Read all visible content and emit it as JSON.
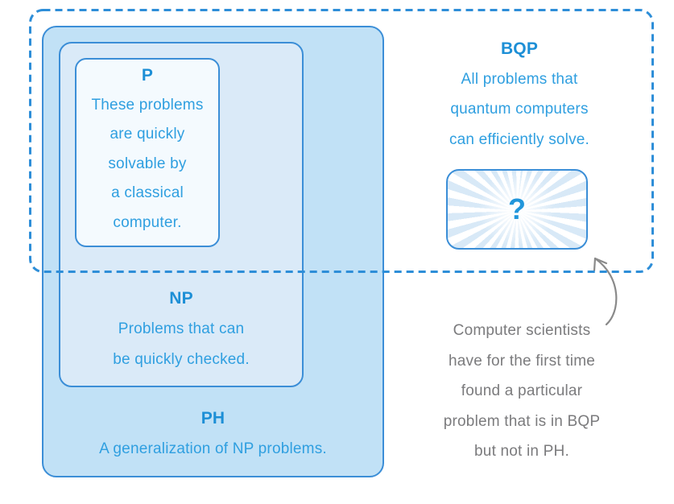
{
  "colors": {
    "dashed_border_blue": "#2e8ed8",
    "solid_border_blue": "#3b8ed7",
    "ph_fill": "#c1e1f6",
    "np_fill": "#daeaf8",
    "p_fill": "#f4fafe",
    "ray_light_blue": "#d8e9f7",
    "set_label_blue": "#1d8fd6",
    "body_text_blue": "#2f9fe0",
    "annotation_gray": "#7b7b7d",
    "arrow_gray": "#8a8a8a"
  },
  "sets": {
    "p": {
      "label": "P",
      "lines": [
        "These problems",
        "are quickly",
        "solvable by",
        "a classical",
        "computer."
      ]
    },
    "np": {
      "label": "NP",
      "lines": [
        "Problems that can",
        "be quickly checked."
      ]
    },
    "ph": {
      "label": "PH",
      "lines": [
        "A generalization of NP problems."
      ]
    },
    "bqp": {
      "label": "BQP",
      "lines": [
        "All problems that",
        "quantum computers",
        "can efficiently solve."
      ]
    }
  },
  "mystery": {
    "symbol": "?"
  },
  "annotation": {
    "lines": [
      "Computer scientists",
      "have for the first time",
      "found a particular",
      "problem that is in BQP",
      "but not in PH."
    ]
  }
}
